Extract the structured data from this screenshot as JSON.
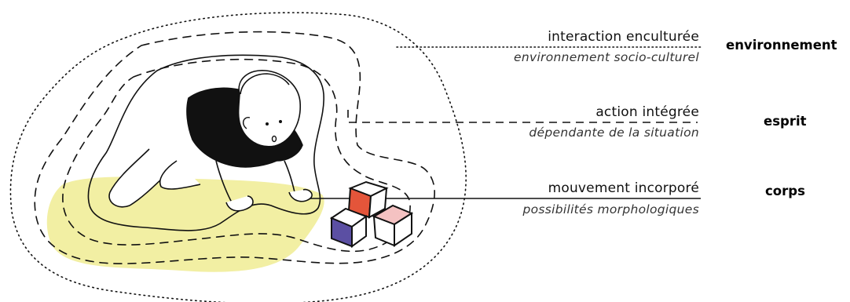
{
  "colors": {
    "ink": "#111111",
    "floor_highlight": "#F2EFA3",
    "cube_red": "#E4553A",
    "cube_blue": "#5B4FA3",
    "cube_pink": "#F4C2C2",
    "shirt": "#111111"
  },
  "layers": [
    {
      "id": "environment",
      "title": "interaction enculturée",
      "subtitle": "environnement socio-culturel",
      "level": "environnement",
      "line_style": "dotted"
    },
    {
      "id": "mind",
      "title": "action intégrée",
      "subtitle": "dépendante de la situation",
      "level": "esprit",
      "line_style": "dashed"
    },
    {
      "id": "body",
      "title": "mouvement incorporé",
      "subtitle": "possibilités morphologiques",
      "level": "corps",
      "line_style": "solid"
    }
  ]
}
